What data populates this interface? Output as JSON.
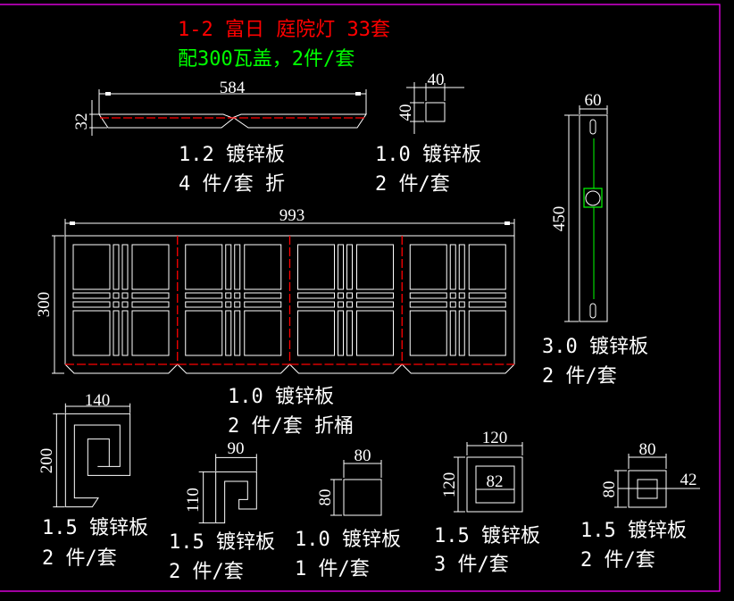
{
  "title": {
    "line1": "1-2 富日 庭院灯 33套",
    "line2": "配300瓦盖，2件/套",
    "line1_color": "#ff0000",
    "line2_color": "#00ff00"
  },
  "parts": [
    {
      "id": "strip",
      "dims": [
        "584",
        "32"
      ],
      "material": "1.2 镀锌板",
      "qty": "4 件/套 折"
    },
    {
      "id": "small-square",
      "dims": [
        "40",
        "40"
      ],
      "material": "1.0 镀锌板",
      "qty": "2 件/套"
    },
    {
      "id": "tall-plate",
      "dims": [
        "60",
        "450"
      ],
      "material": "3.0 镀锌板",
      "qty": "2 件/套"
    },
    {
      "id": "main-panel",
      "dims": [
        "993",
        "300"
      ],
      "material": "1.0 镀锌板",
      "qty": "2 件/套 折桶"
    },
    {
      "id": "spiral",
      "dims": [
        "140",
        "200"
      ],
      "material": "1.5 镀锌板",
      "qty": "2 件/套"
    },
    {
      "id": "hook",
      "dims": [
        "90",
        "110"
      ],
      "material": "1.5 镀锌板",
      "qty": "2 件/套"
    },
    {
      "id": "square-80",
      "dims": [
        "80",
        "80"
      ],
      "material": "1.0 镀锌板",
      "qty": "1 件/套"
    },
    {
      "id": "frame-120",
      "dims": [
        "120",
        "120",
        "82"
      ],
      "material": "1.5 镀锌板",
      "qty": "3 件/套"
    },
    {
      "id": "frame-80",
      "dims": [
        "80",
        "80",
        "42"
      ],
      "material": "1.5 镀锌板",
      "qty": "2 件/套"
    }
  ],
  "colors": {
    "border": "#ff00ff",
    "fold_line": "#ff0000",
    "center_line": "#00ff00"
  }
}
